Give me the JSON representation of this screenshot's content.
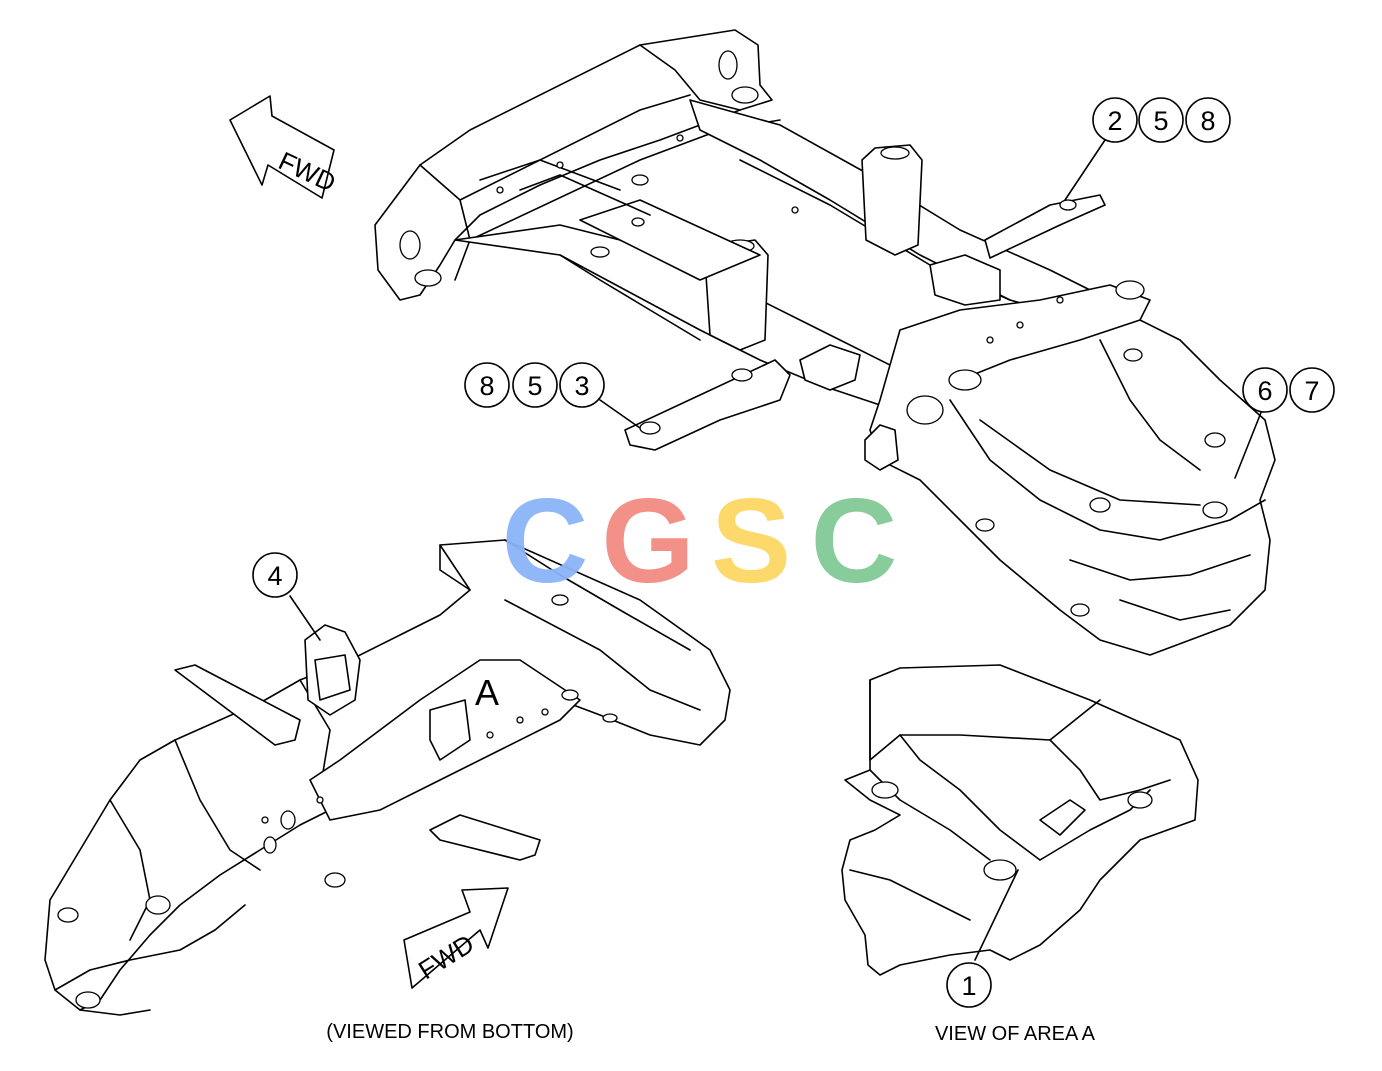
{
  "diagram": {
    "callouts_top_right": [
      "2",
      "5",
      "8"
    ],
    "callouts_middle_left": [
      "8",
      "5",
      "3"
    ],
    "callouts_right": [
      "6",
      "7"
    ],
    "callout_bottom_left": "4",
    "callout_area_view": "1",
    "fwd_arrow_top": "FWD",
    "fwd_arrow_bottom": "FWD",
    "area_marker": "A",
    "caption_bottom_view": "(VIEWED FROM BOTTOM)",
    "caption_area_view": "VIEW OF AREA A",
    "watermark": [
      "C",
      "G",
      "S",
      "C"
    ],
    "watermark_colors": [
      "#8ab4f8",
      "#f28b82",
      "#fdd663",
      "#81c995"
    ]
  }
}
